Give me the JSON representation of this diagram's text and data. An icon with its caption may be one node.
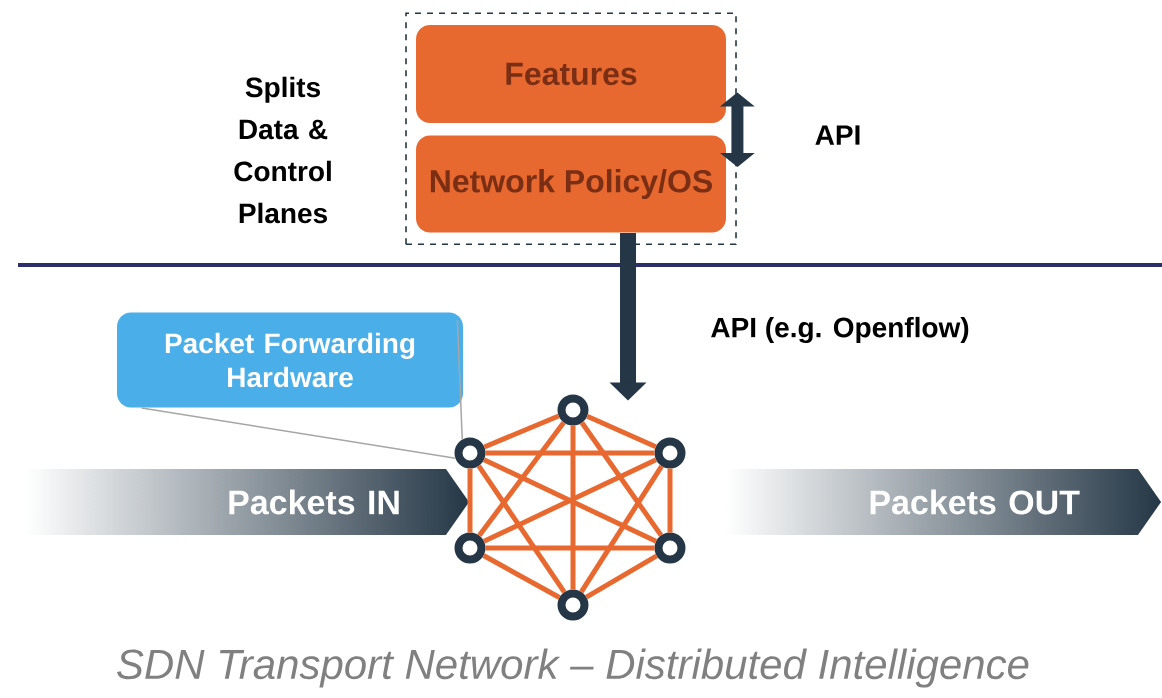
{
  "diagram": {
    "caption": "SDN Transport Network – Distributed Intelligence",
    "nodes": [
      {
        "text": [],
        "shape": "box"
      },
      {
        "text": [
          "Features"
        ],
        "in": 0
      },
      {
        "text": [
          "Network Policy/OS"
        ],
        "in": 0
      },
      {
        "text": [
          "Packet Forwarding Hardware"
        ]
      },
      {
        "text": [],
        "shape": "circle"
      },
      {
        "text": [],
        "shape": "circle"
      },
      {
        "text": [],
        "shape": "circle"
      },
      {
        "text": [],
        "shape": "circle"
      },
      {
        "text": [],
        "shape": "circle"
      },
      {
        "text": [],
        "shape": "circle"
      },
      {
        "text": [
          "Packets IN"
        ]
      },
      {
        "text": [
          "Packets OUT"
        ]
      }
    ],
    "edges": [
      {
        "from": 1,
        "to": 2,
        "arrow": "both",
        "style": "thick",
        "color": "#253746"
      },
      {
        "from": 2,
        "to": 4,
        "arrow": "to",
        "style": "thick",
        "color": "#253746"
      },
      {
        "from": 3,
        "to": 5,
        "arrow": "none",
        "color": "#a6a6a6"
      },
      {
        "from": 4,
        "to": 5,
        "arrow": "none"
      },
      {
        "from": 4,
        "to": 6,
        "arrow": "none"
      },
      {
        "from": 4,
        "to": 7,
        "arrow": "none"
      },
      {
        "from": 4,
        "to": 8,
        "arrow": "none"
      },
      {
        "from": 4,
        "to": 9,
        "arrow": "none"
      },
      {
        "from": 5,
        "to": 6,
        "arrow": "none"
      },
      {
        "from": 5,
        "to": 7,
        "arrow": "none"
      },
      {
        "from": 5,
        "to": 8,
        "arrow": "none"
      },
      {
        "from": 5,
        "to": 9,
        "arrow": "none"
      },
      {
        "from": 6,
        "to": 7,
        "arrow": "none"
      },
      {
        "from": 6,
        "to": 8,
        "arrow": "none"
      },
      {
        "from": 6,
        "to": 9,
        "arrow": "none"
      },
      {
        "from": 7,
        "to": 8,
        "arrow": "none"
      },
      {
        "from": 7,
        "to": 9,
        "arrow": "none"
      },
      {
        "from": 8,
        "to": 9,
        "arrow": "none"
      }
    ],
    "labels": [
      "Splits Data & Control Planes",
      "API",
      "API (e.g. Openflow)"
    ]
  }
}
